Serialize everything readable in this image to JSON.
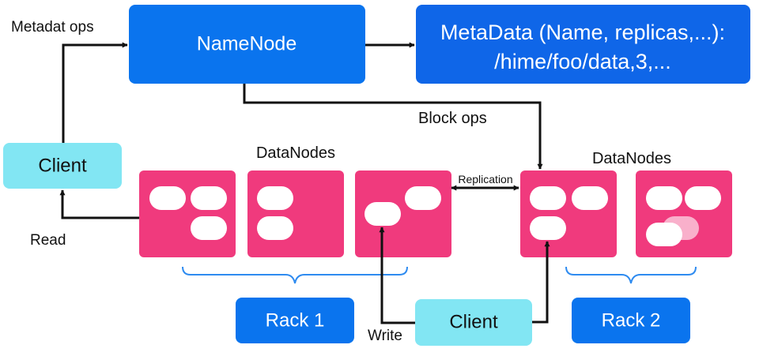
{
  "colors": {
    "namenode": "#0A74EE",
    "metadata": "#0F66E8",
    "rack": "#0A74EE",
    "client": "#82E6F3",
    "datanode": "#F03A7D",
    "block": "#FFFFFF",
    "arrow": "#111111",
    "brace": "#2E8BF0"
  },
  "namenode": {
    "label": "NameNode"
  },
  "metadata": {
    "line1": "MetaData (Name, replicas,...):",
    "line2": "/hime/foo/data,3,..."
  },
  "labels": {
    "metadata_ops": "Metadat ops",
    "block_ops": "Block ops",
    "datanodes_left": "DataNodes",
    "datanodes_right": "DataNodes",
    "replication": "Replication",
    "read": "Read",
    "write": "Write"
  },
  "client_left": {
    "label": "Client"
  },
  "client_bottom": {
    "label": "Client"
  },
  "racks": [
    {
      "label": "Rack 1"
    },
    {
      "label": "Rack 2"
    }
  ],
  "datanodes": [
    {
      "rack": "Rack 1",
      "blocks": 3
    },
    {
      "rack": "Rack 1",
      "blocks": 2
    },
    {
      "rack": "Rack 1",
      "blocks": 2
    },
    {
      "rack": "Rack 2",
      "blocks": 3
    },
    {
      "rack": "Rack 2",
      "blocks": 3
    }
  ]
}
